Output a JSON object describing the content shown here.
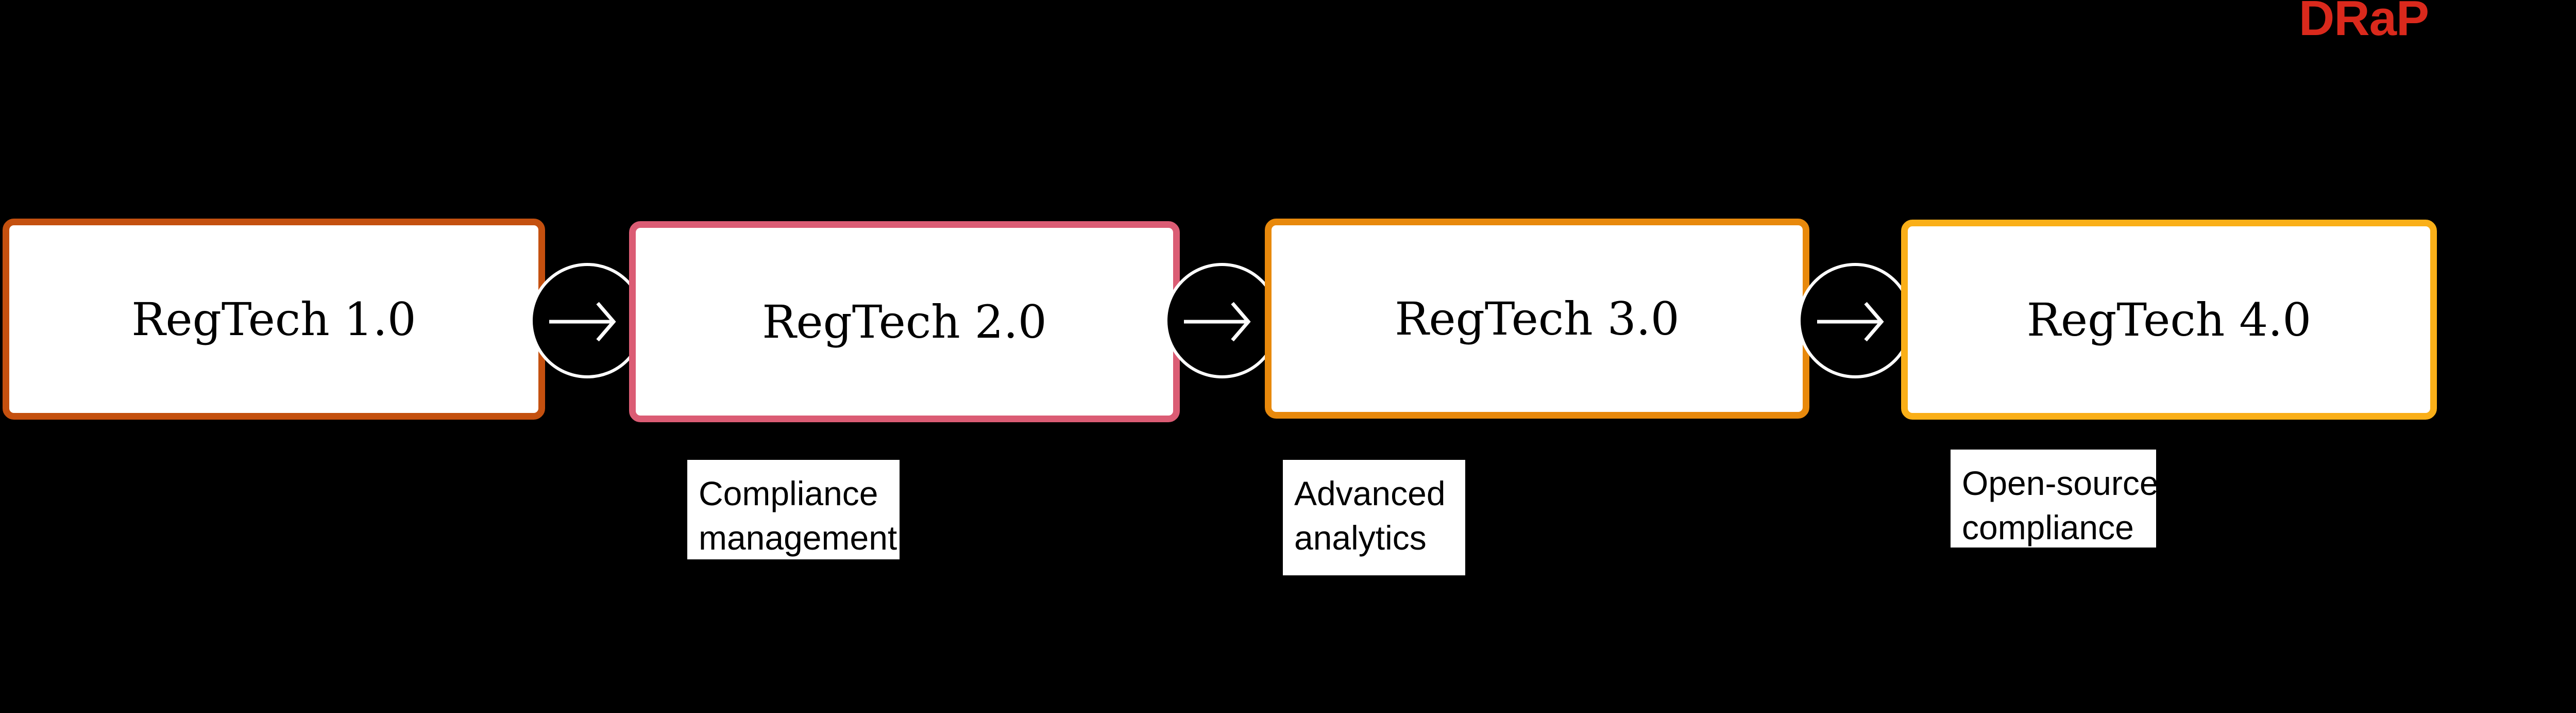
{
  "page": {
    "background_color": "#000000"
  },
  "logo": {
    "text": "DRaP",
    "color": "#DA291C"
  },
  "diagram": {
    "box_fill": "#FFFFFF",
    "stage_text_color": "#000000",
    "stages": [
      {
        "label": "RegTech 1.0",
        "border_color": "#C4500F"
      },
      {
        "label": "RegTech 2.0",
        "border_color": "#DB5C74",
        "sublabel_lines": [
          "Compliance",
          "management"
        ]
      },
      {
        "label": "RegTech 3.0",
        "border_color": "#E8890C",
        "sublabel_lines": [
          "Advanced",
          "analytics"
        ]
      },
      {
        "label": "RegTech 4.0",
        "border_color": "#FAAF18",
        "sublabel_lines": [
          "Open-source",
          "compliance"
        ]
      }
    ],
    "connector": {
      "icon": "right-arrow-icon",
      "circle_fill": "#000000",
      "ring_color": "#FFFFFF",
      "arrow_color": "#FFFFFF"
    }
  }
}
